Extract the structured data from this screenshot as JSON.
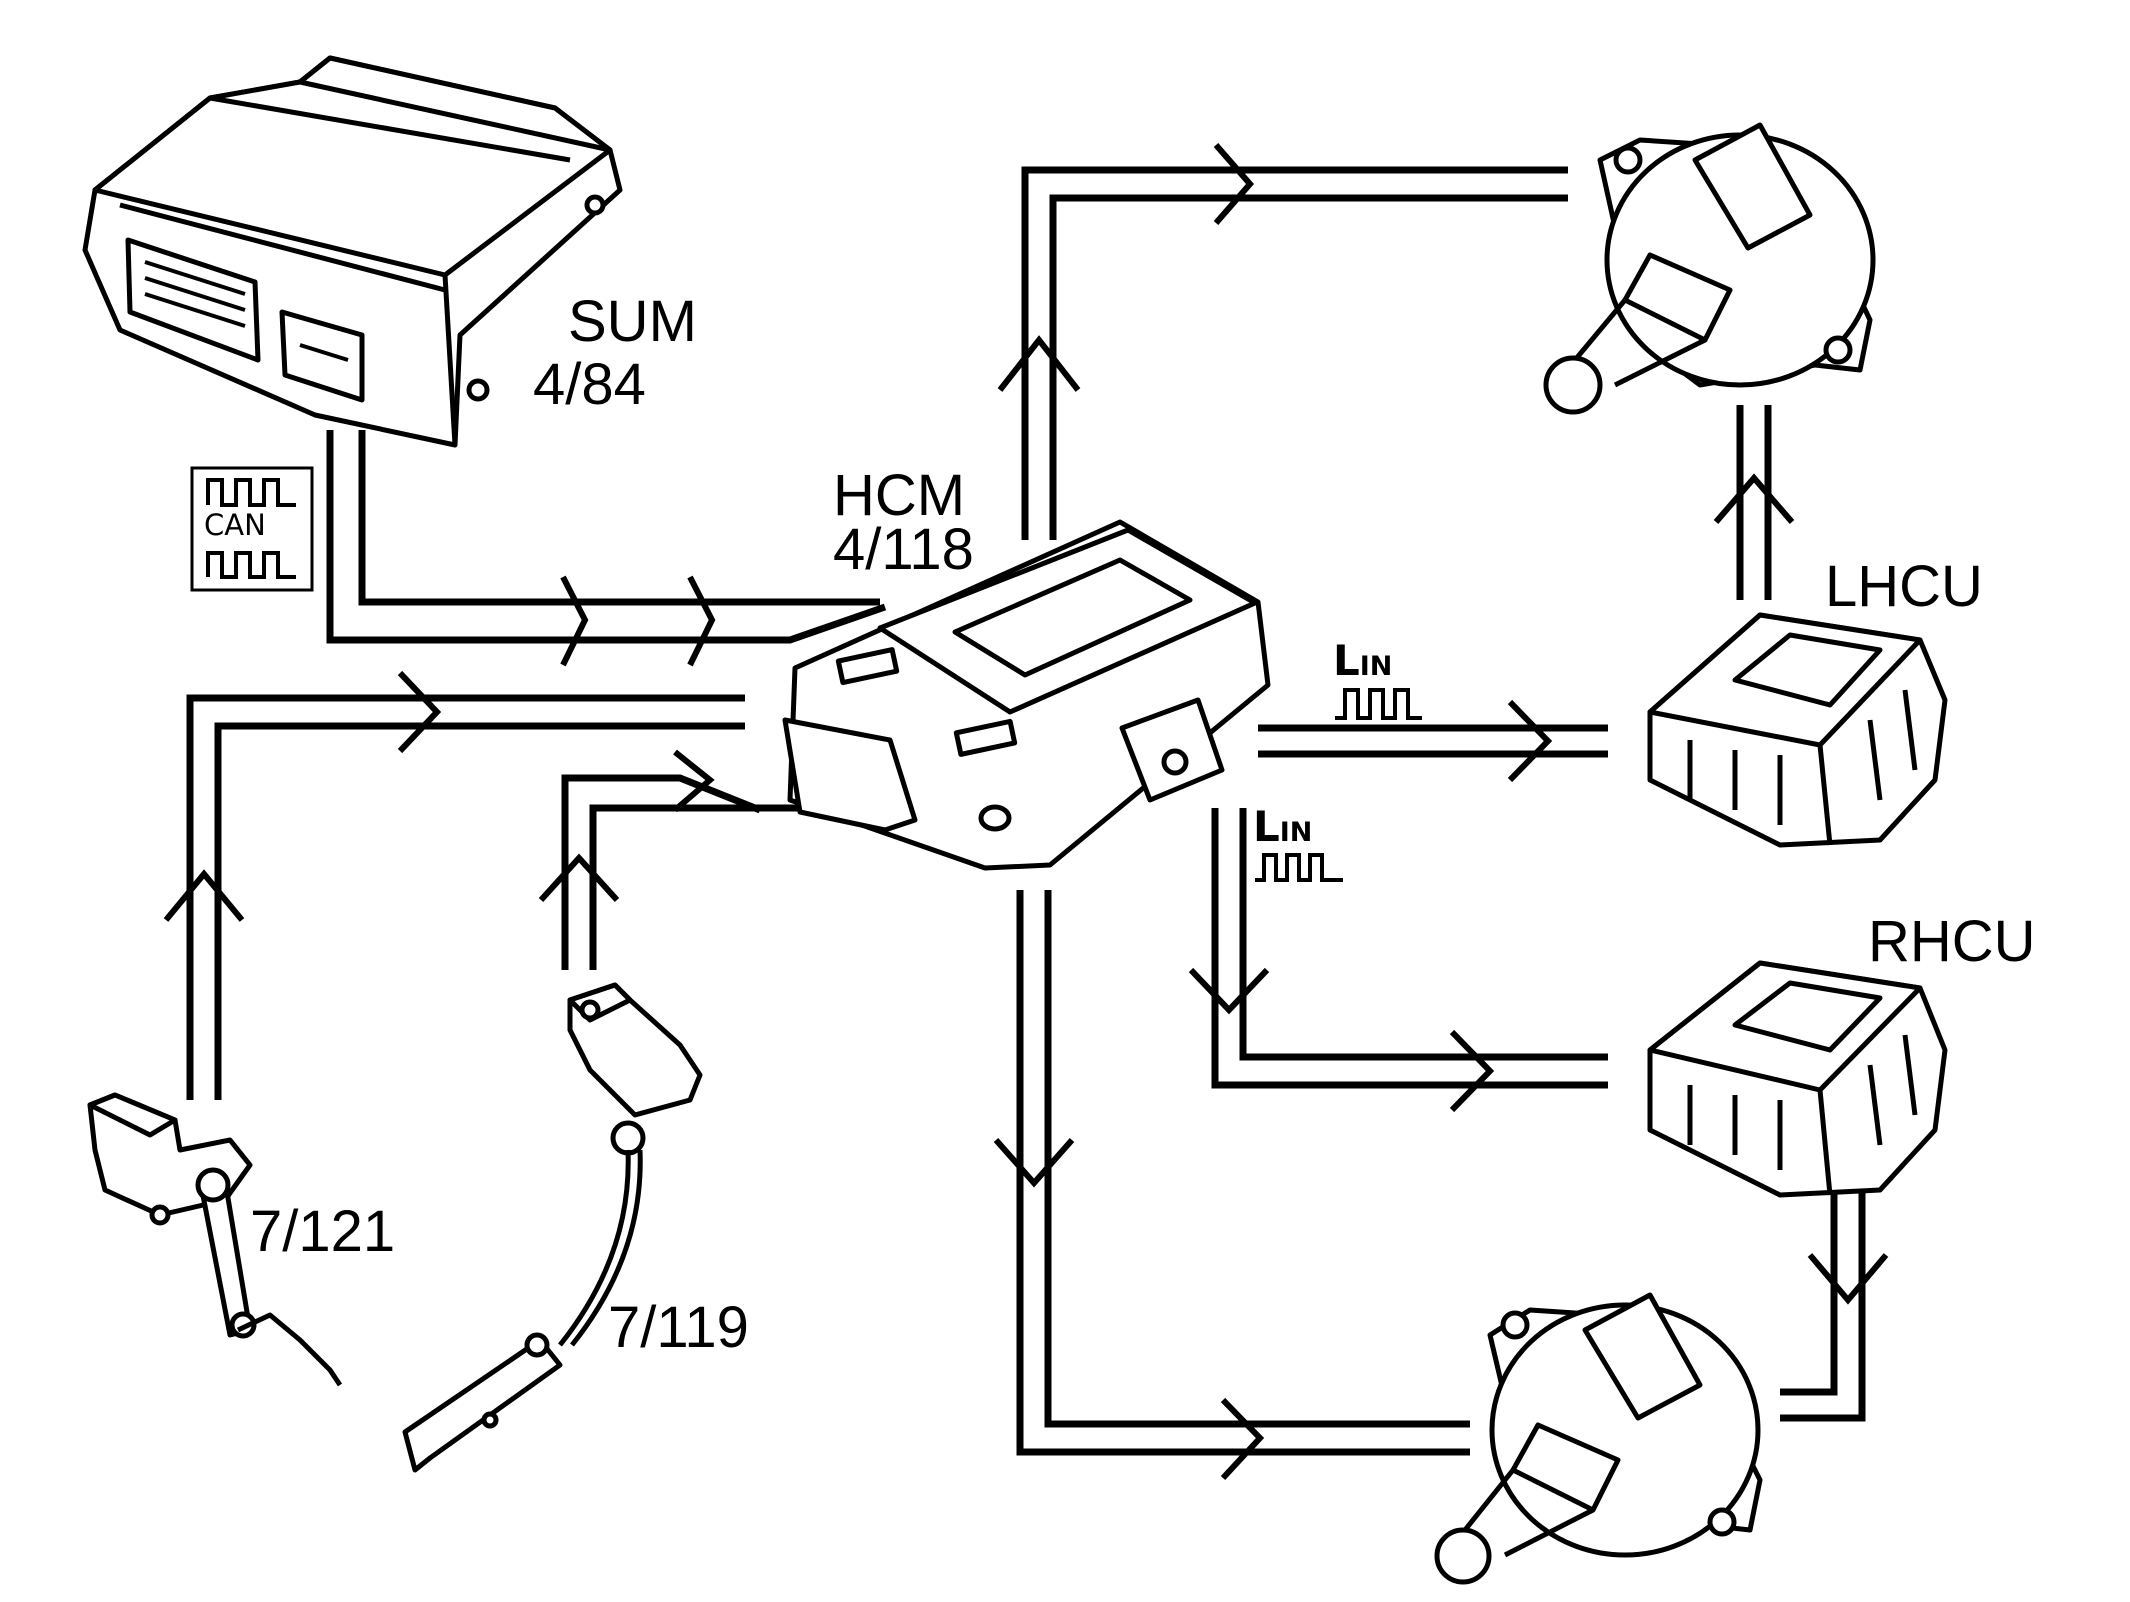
{
  "labels": {
    "sum_name": "SUM",
    "sum_code": "4/84",
    "hcm_name": "HCM",
    "hcm_code": "4/118",
    "lhcu": "LHCU",
    "rhcu": "RHCU",
    "sensor_rear": "7/121",
    "sensor_front": "7/119"
  },
  "signals": {
    "can": "CAN",
    "lin_l": "L",
    "lin_in": "IN"
  },
  "colors": {
    "line": "#000000",
    "fill": "#ffffff"
  },
  "icons": [
    "can-bus-icon",
    "lin-bus-icon"
  ]
}
